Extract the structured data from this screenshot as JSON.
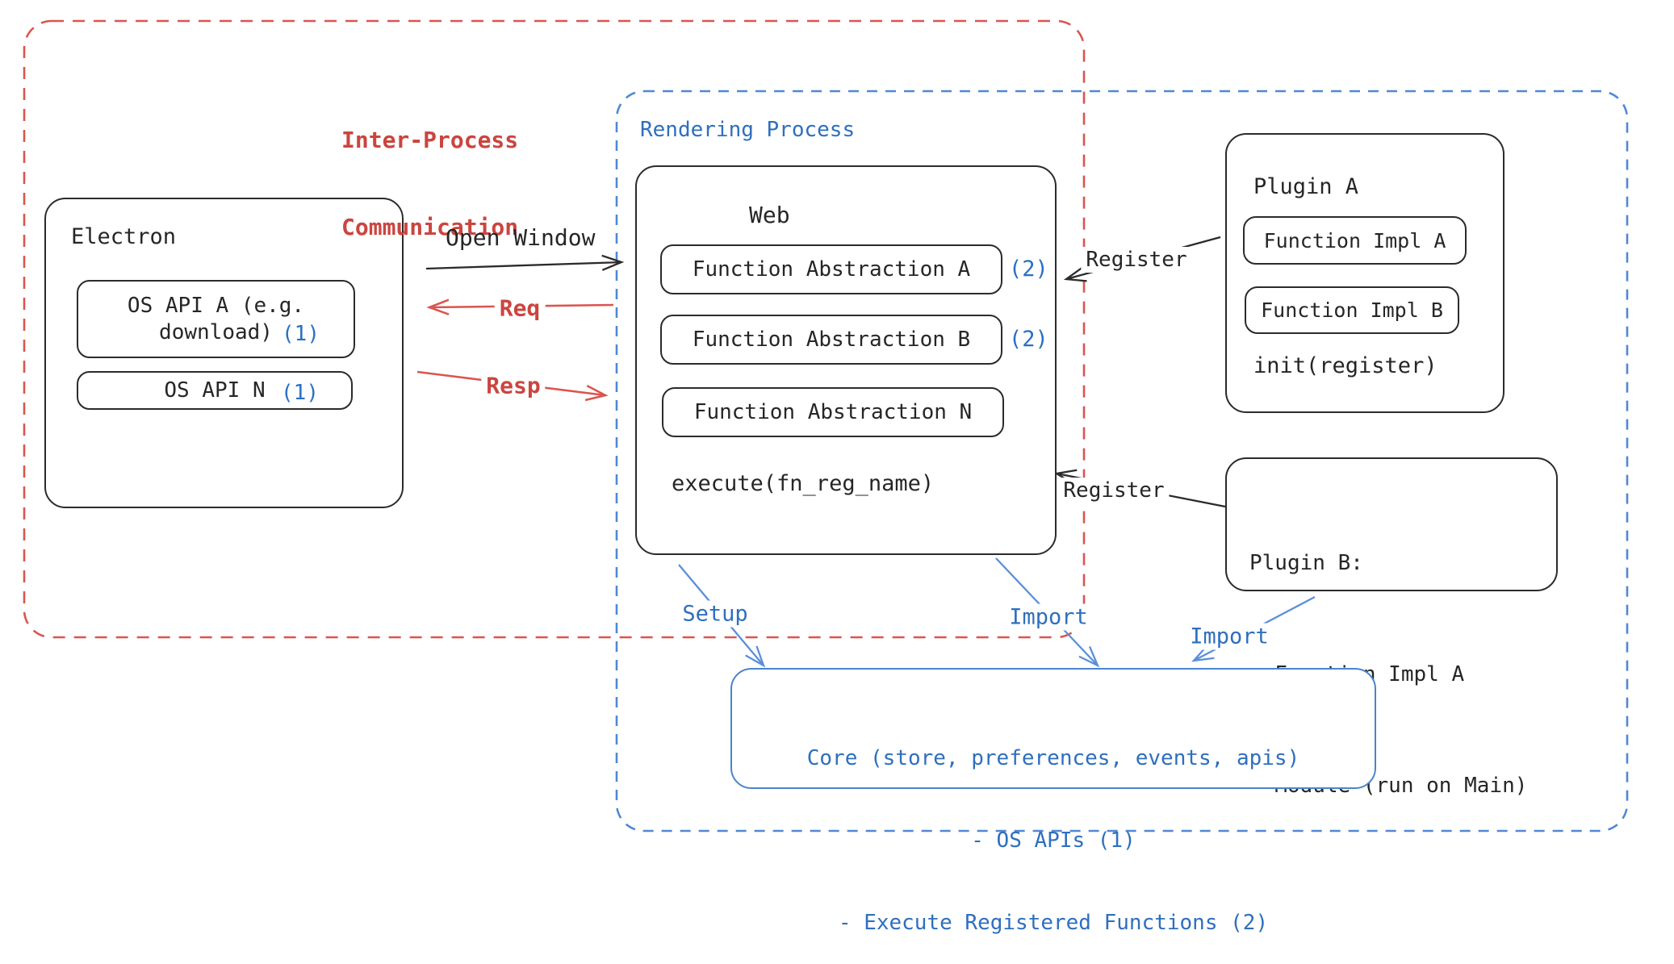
{
  "groups": {
    "ipc": {
      "label_line1": "Inter-Process",
      "label_line2": "Communication"
    },
    "rendering": {
      "label": "Rendering Process"
    }
  },
  "electron": {
    "title": "Electron",
    "os_api_a_line1": "OS API A (e.g.",
    "os_api_a_line2": "download)",
    "os_api_a_badge": "(1)",
    "os_api_n": "OS API N",
    "os_api_n_badge": "(1)"
  },
  "web": {
    "title": "Web",
    "fa_a": "Function Abstraction A",
    "fa_a_badge": "(2)",
    "fa_b": "Function Abstraction B",
    "fa_b_badge": "(2)",
    "fa_n": "Function Abstraction N",
    "execute": "execute(fn_reg_name)"
  },
  "plugin_a": {
    "title": "Plugin A",
    "impl_a": "Function Impl A",
    "impl_b": "Function Impl B",
    "init": "init(register)"
  },
  "plugin_b": {
    "line1": "Plugin B:",
    "line2": "- Function Impl A",
    "line3": "- Module (run on Main)"
  },
  "core": {
    "line1": "Core (store, preferences, events, apis)",
    "line2": "- OS APIs (1)",
    "line3": "- Execute Registered Functions (2)"
  },
  "arrows": {
    "open_window": "Open Window",
    "req": "Req",
    "resp": "Resp",
    "register_top": "Register",
    "register_bottom": "Register",
    "setup": "Setup",
    "import_web": "Import",
    "import_plugin": "Import"
  },
  "colors": {
    "red": "#cb453f",
    "red_dash": "#da5550",
    "blue": "#2e6fbe",
    "blue_dash": "#4f89d4",
    "ink": "#262626"
  }
}
